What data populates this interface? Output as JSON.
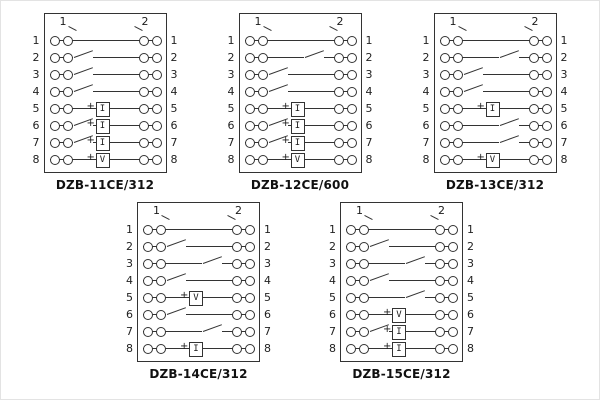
{
  "symbols": {
    "plus": "+",
    "coil-I": "I",
    "coil-V": "V"
  },
  "diagrams": [
    {
      "id": "dzb-11ce-312",
      "label": "DZB-11CE/312",
      "column_headers": [
        "1",
        "2"
      ],
      "row_numbers": [
        "1",
        "2",
        "3",
        "4",
        "5",
        "6",
        "7",
        "8"
      ],
      "rows": [
        [],
        [
          "contact-l"
        ],
        [
          "contact-l"
        ],
        [
          "contact-l"
        ],
        [
          "plus",
          "coil-I"
        ],
        [
          "contact-l",
          "plus",
          "coil-I"
        ],
        [
          "contact-l",
          "plus",
          "coil-I"
        ],
        [
          "plus",
          "coil-V"
        ]
      ]
    },
    {
      "id": "dzb-12ce-600",
      "label": "DZB-12CE/600",
      "column_headers": [
        "1",
        "2"
      ],
      "row_numbers": [
        "1",
        "2",
        "3",
        "4",
        "5",
        "6",
        "7",
        "8"
      ],
      "rows": [
        [],
        [
          "contact-r"
        ],
        [
          "contact-l"
        ],
        [
          "contact-l"
        ],
        [
          "plus",
          "coil-I"
        ],
        [
          "contact-l",
          "plus",
          "coil-I"
        ],
        [
          "contact-l",
          "plus",
          "coil-I"
        ],
        [
          "plus",
          "coil-V"
        ]
      ]
    },
    {
      "id": "dzb-13ce-312",
      "label": "DZB-13CE/312",
      "column_headers": [
        "1",
        "2"
      ],
      "row_numbers": [
        "1",
        "2",
        "3",
        "4",
        "5",
        "6",
        "7",
        "8"
      ],
      "rows": [
        [],
        [
          "contact-r"
        ],
        [
          "contact-l"
        ],
        [
          "contact-l"
        ],
        [
          "plus",
          "coil-I"
        ],
        [
          "contact-r"
        ],
        [
          "contact-r"
        ],
        [
          "plus",
          "coil-V"
        ]
      ]
    },
    {
      "id": "dzb-14ce-312",
      "label": "DZB-14CE/312",
      "column_headers": [
        "1",
        "2"
      ],
      "row_numbers": [
        "1",
        "2",
        "3",
        "4",
        "5",
        "6",
        "7",
        "8"
      ],
      "rows": [
        [],
        [
          "contact-l"
        ],
        [
          "contact-r"
        ],
        [
          "contact-l"
        ],
        [
          "plus",
          "coil-V"
        ],
        [
          "contact-l"
        ],
        [
          "contact-r"
        ],
        [
          "plus",
          "coil-I"
        ]
      ]
    },
    {
      "id": "dzb-15ce-312",
      "label": "DZB-15CE/312",
      "column_headers": [
        "1",
        "2"
      ],
      "row_numbers": [
        "1",
        "2",
        "3",
        "4",
        "5",
        "6",
        "7",
        "8"
      ],
      "rows": [
        [],
        [
          "contact-l"
        ],
        [
          "contact-r"
        ],
        [
          "contact-l"
        ],
        [
          "contact-r"
        ],
        [
          "plus",
          "coil-V"
        ],
        [
          "contact-l",
          "plus",
          "coil-I"
        ],
        [
          "plus",
          "coil-I"
        ]
      ]
    }
  ]
}
